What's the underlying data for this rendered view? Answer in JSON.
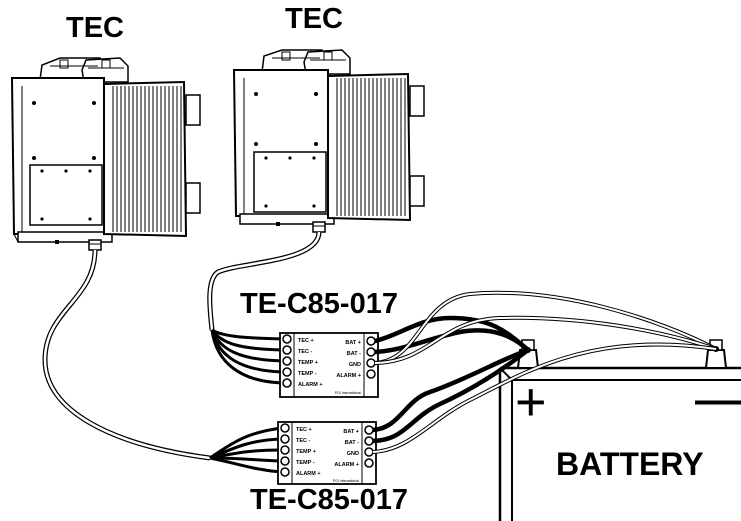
{
  "units": [
    {
      "label": "TEC"
    },
    {
      "label": "TEC"
    }
  ],
  "controllers": [
    {
      "label": "TE-C85-017",
      "left_terminals": [
        "TEC +",
        "TEC -",
        "TEMP +",
        "TEMP -",
        "ALARM +"
      ],
      "right_terminals": [
        "BAT +",
        "BAT -",
        "GND",
        "ALARM +"
      ],
      "brand": "PGI International"
    },
    {
      "label": "TE-C85-017",
      "left_terminals": [
        "TEC +",
        "TEC -",
        "TEMP +",
        "TEMP -",
        "ALARM +"
      ],
      "right_terminals": [
        "BAT +",
        "BAT -",
        "GND",
        "ALARM +"
      ],
      "brand": "PGI International"
    }
  ],
  "battery": {
    "label": "BATTERY",
    "plus_symbol": "+",
    "minus_symbol": "—"
  }
}
